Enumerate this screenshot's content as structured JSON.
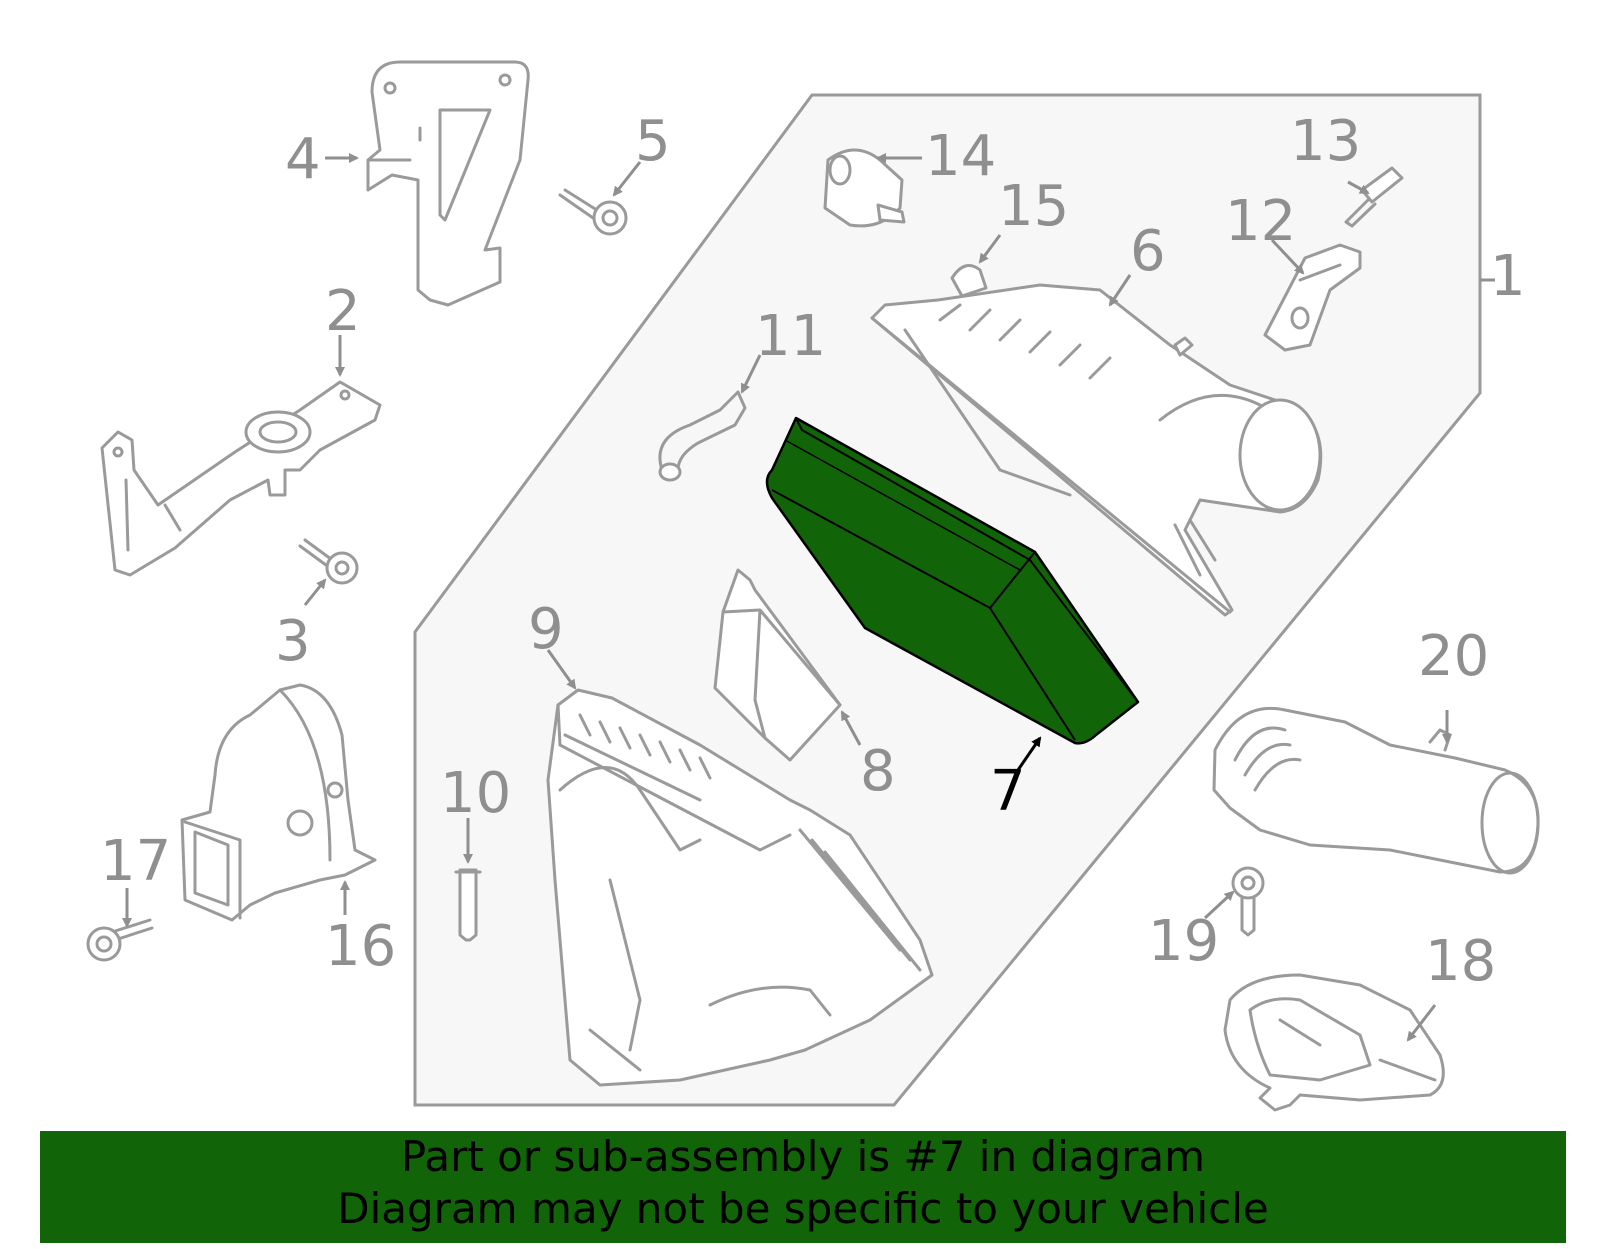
{
  "footer": {
    "line1": "Part or sub-assembly is #7 in diagram",
    "line2": "Diagram may not be specific to your vehicle",
    "background": "#116408"
  },
  "diagram": {
    "highlight_color": "#116408",
    "assembly_fill": "#f7f7f7",
    "line_color": "#9a9a9a",
    "highlighted_part": "7",
    "callouts": {
      "c1": "1",
      "c2": "2",
      "c3": "3",
      "c4": "4",
      "c5": "5",
      "c6": "6",
      "c7": "7",
      "c8": "8",
      "c9": "9",
      "c10": "10",
      "c11": "11",
      "c12": "12",
      "c13": "13",
      "c14": "14",
      "c15": "15",
      "c16": "16",
      "c17": "17",
      "c18": "18",
      "c19": "19",
      "c20": "20"
    }
  }
}
